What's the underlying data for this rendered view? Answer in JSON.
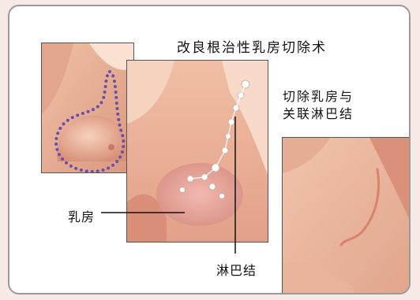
{
  "title": "改良根治性乳房切除术",
  "subtitle": {
    "line1": "切除乳房与",
    "line2": "关联淋巴结"
  },
  "labels": {
    "breast": "乳房",
    "lymph_nodes": "淋巴结"
  },
  "colors": {
    "background": "#f6e9e6",
    "frame_border": "#9a9a9a",
    "skin_light": "#f3c3a8",
    "skin_mid": "#e3a088",
    "skin_shadow": "#c98a73",
    "incision_dots": "#6a4fa8",
    "scar": "#d9826c",
    "lymph": "#ffffff"
  }
}
